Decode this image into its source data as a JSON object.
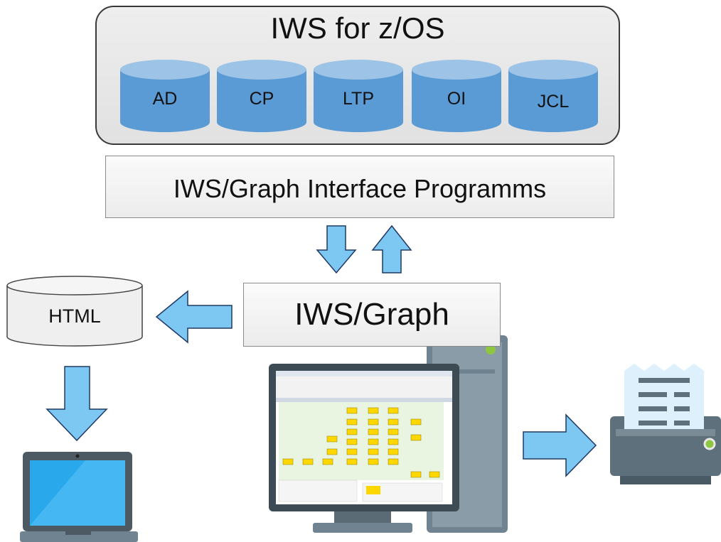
{
  "zos": {
    "title": "IWS for z/OS",
    "databases": [
      {
        "label": "AD"
      },
      {
        "label": "CP"
      },
      {
        "label": "LTP"
      },
      {
        "label": "OI"
      },
      {
        "label": "JCL"
      }
    ]
  },
  "interface": {
    "label": "IWS/Graph Interface Programms"
  },
  "graph": {
    "label": "IWS/Graph"
  },
  "html_store": {
    "label": "HTML"
  },
  "icons": [
    "desktop-computer-icon",
    "laptop-icon",
    "printer-icon"
  ],
  "colors": {
    "db_fill": "#5b9bd5",
    "db_top": "#9dc3e6",
    "arrow_fill": "#7cc8f2",
    "arrow_stroke": "#1f3864",
    "box_border": "#3a3a3a"
  }
}
